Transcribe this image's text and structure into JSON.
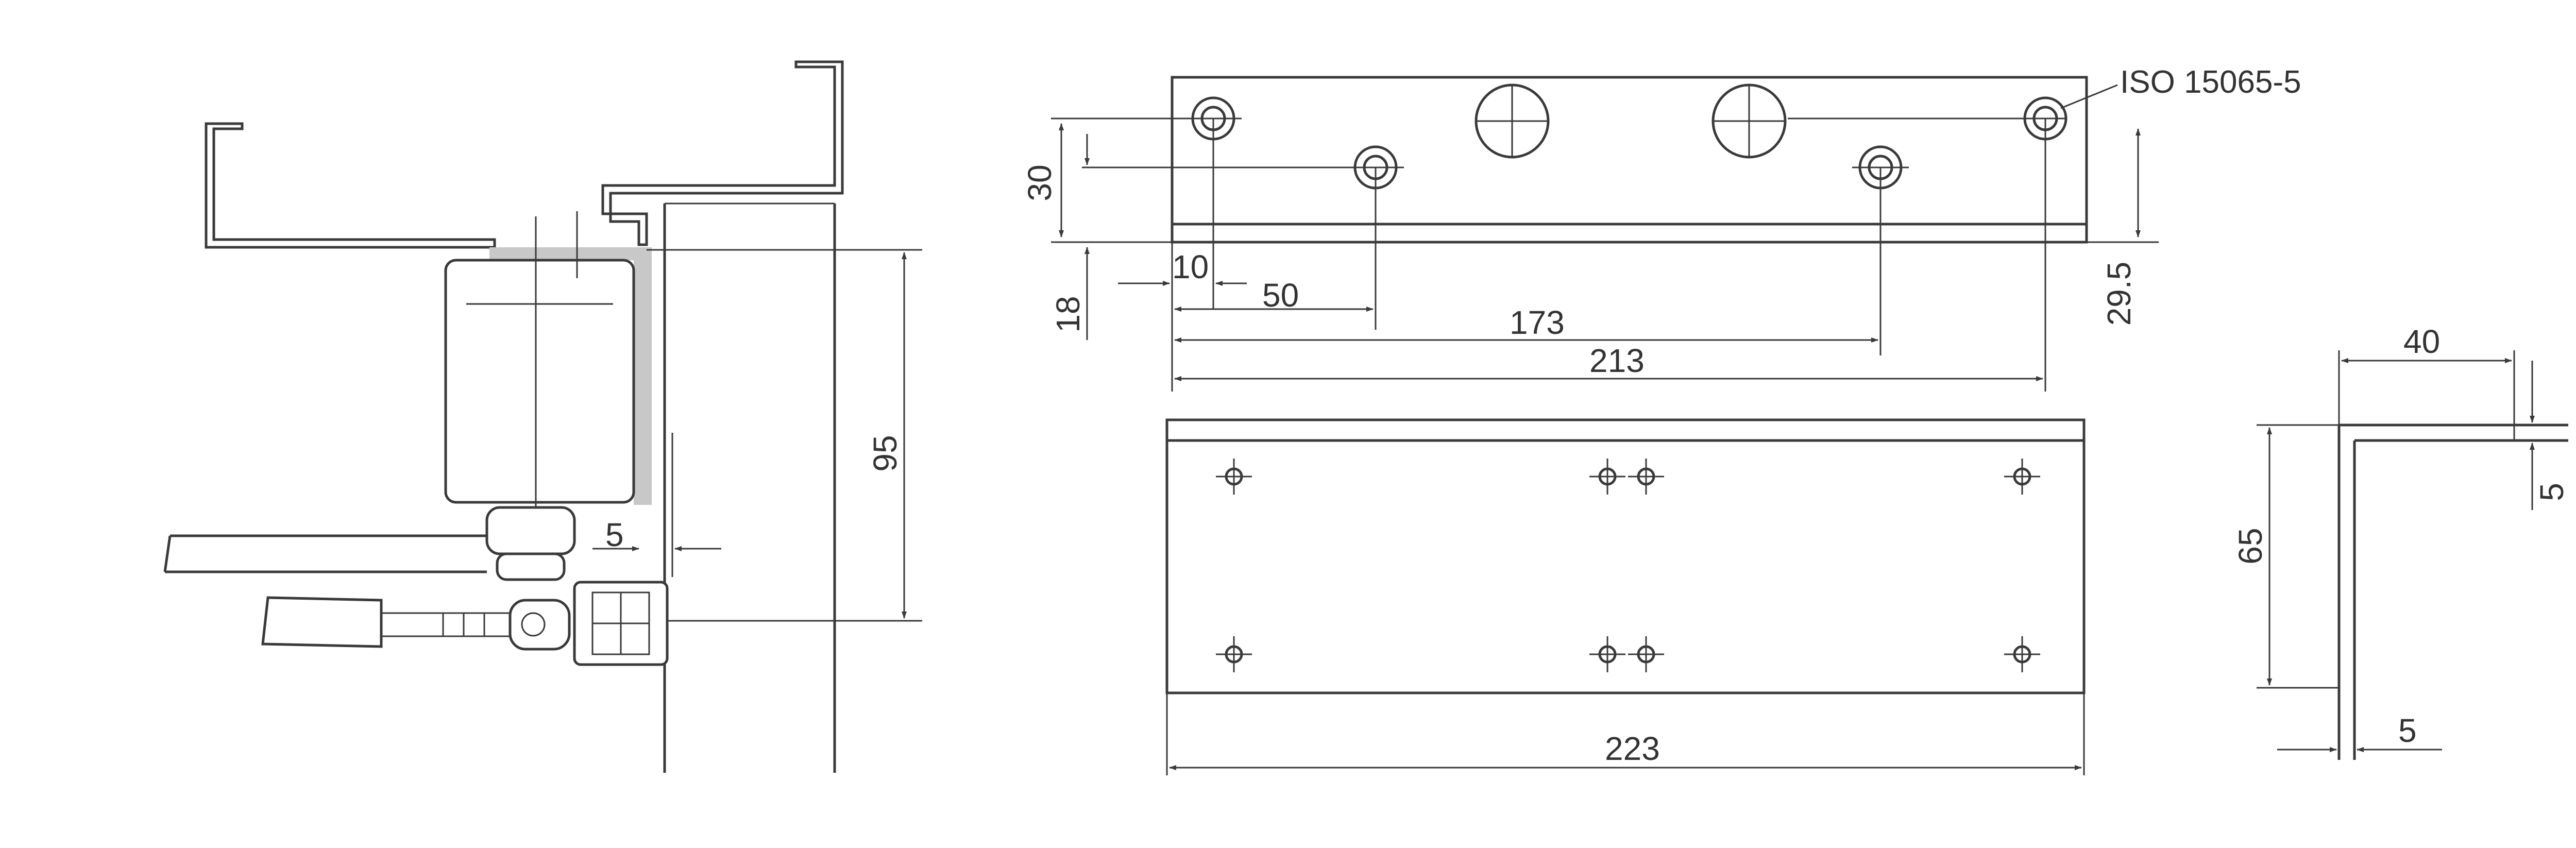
{
  "dimensions": {
    "side_view": {
      "height_95": "95",
      "offset_5": "5"
    },
    "bracket_front": {
      "d30": "30",
      "d18": "18",
      "d10": "10",
      "d50": "50",
      "d173": "173",
      "d213": "213",
      "d29_5": "29.5",
      "iso_label": "ISO 15065-5"
    },
    "bracket_bottom": {
      "d223": "223"
    },
    "profile": {
      "d40": "40",
      "d5_top": "5",
      "d65": "65",
      "d5_bottom": "5"
    }
  },
  "colors": {
    "line": "#3a3a3a",
    "shade": "#c8c8c8"
  }
}
